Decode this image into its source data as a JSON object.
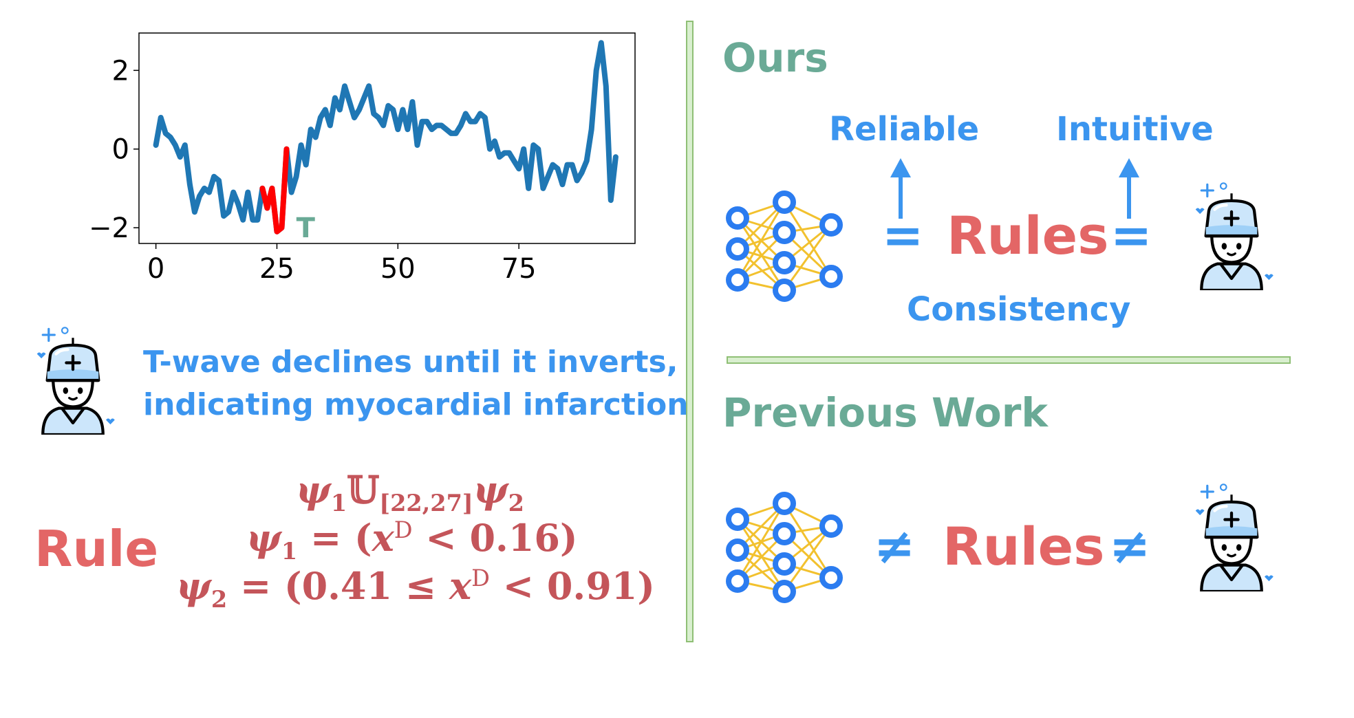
{
  "chart_data": {
    "type": "line",
    "x": [
      0,
      1,
      2,
      3,
      4,
      5,
      6,
      7,
      8,
      9,
      10,
      11,
      12,
      13,
      14,
      15,
      16,
      17,
      18,
      19,
      20,
      21,
      22,
      23,
      24,
      25,
      26,
      27,
      28,
      29,
      30,
      31,
      32,
      33,
      34,
      35,
      36,
      37,
      38,
      39,
      40,
      41,
      42,
      43,
      44,
      45,
      46,
      47,
      48,
      49,
      50,
      51,
      52,
      53,
      54,
      55,
      56,
      57,
      58,
      59,
      60,
      61,
      62,
      63,
      64,
      65,
      66,
      67,
      68,
      69,
      70,
      71,
      72,
      73,
      74,
      75,
      76,
      77,
      78,
      79,
      80,
      81,
      82,
      83,
      84,
      85,
      86,
      87,
      88,
      89,
      90,
      91,
      92,
      93,
      94,
      95
    ],
    "series": [
      {
        "values": [
          0.1,
          0.8,
          0.4,
          0.3,
          0.1,
          -0.2,
          0.1,
          -0.9,
          -1.6,
          -1.2,
          -1.0,
          -1.1,
          -0.7,
          -0.8,
          -1.7,
          -1.6,
          -1.1,
          -1.4,
          -1.8,
          -1.1,
          -1.8,
          -1.8,
          -1.0,
          -1.5,
          -1.0,
          -2.1,
          -2.0,
          0.0,
          -1.1,
          -0.7,
          0.1,
          -0.4,
          0.5,
          0.3,
          0.8,
          1.0,
          0.6,
          1.3,
          1.0,
          1.6,
          1.2,
          0.8,
          1.0,
          1.3,
          1.6,
          0.9,
          0.8,
          0.6,
          1.1,
          1.0,
          0.5,
          1.0,
          0.5,
          1.2,
          0.1,
          0.7,
          0.7,
          0.5,
          0.6,
          0.6,
          0.5,
          0.4,
          0.4,
          0.6,
          0.9,
          0.7,
          0.7,
          0.9,
          0.8,
          0.0,
          0.2,
          -0.2,
          -0.1,
          -0.1,
          -0.3,
          -0.5,
          0.0,
          -1.0,
          0.1,
          0.0,
          -1.0,
          -0.7,
          -0.4,
          -0.5,
          -0.9,
          -0.4,
          -0.4,
          -0.8,
          -0.6,
          -0.3,
          0.5,
          2.0,
          2.7,
          1.6,
          -1.3,
          -0.2
        ],
        "color": "#1f77b4"
      }
    ],
    "highlight": {
      "x_start": 22,
      "x_end": 27,
      "color": "#ff0000",
      "label": "T"
    },
    "xticks": [
      "0",
      "25",
      "50",
      "75"
    ],
    "xtick_values": [
      0,
      25,
      50,
      75
    ],
    "yticks": [
      "2",
      "0",
      "−2"
    ],
    "ytick_values": [
      2,
      0,
      -2
    ],
    "xlim": [
      -3.5,
      99
    ],
    "ylim": [
      -2.4,
      2.95
    ],
    "title": "",
    "xlabel": "",
    "ylabel": "",
    "grid": false
  },
  "left": {
    "doctor_text_line1": "T-wave declines until it inverts,",
    "doctor_text_line2": "indicating myocardial infarction",
    "rule_label": "Rule",
    "formula": {
      "psi": "ψ",
      "u_op": "𝕌",
      "interval": "[22,27]",
      "sub1": "1",
      "sub2": "2",
      "x": "x",
      "d": "D",
      "eq": " = ",
      "lt": " < ",
      "le": " ≤ ",
      "open": "(",
      "close": ")",
      "v1": "0.16",
      "v2": "0.41",
      "v3": "0.91"
    }
  },
  "right": {
    "ours_title": "Ours",
    "reliable_label": "Reliable",
    "intuitive_label": "Intuitive",
    "equals_symbol": "=",
    "rules_label": "Rules",
    "consistency_label": "Consistency",
    "previous_title": "Previous Work",
    "not_equal_symbol": "≠"
  },
  "colors": {
    "teal": "#6aaa96",
    "blue": "#3b95ef",
    "red": "#e36666",
    "node_blue": "#2b7cf0",
    "edge_yellow": "#f2c12e",
    "divider_fill": "#d9efcf",
    "divider_border": "#8fbf75"
  },
  "icons": {
    "network": "neural-network-icon",
    "doctor": "doctor-icon",
    "arrow": "arrow-up-icon"
  }
}
